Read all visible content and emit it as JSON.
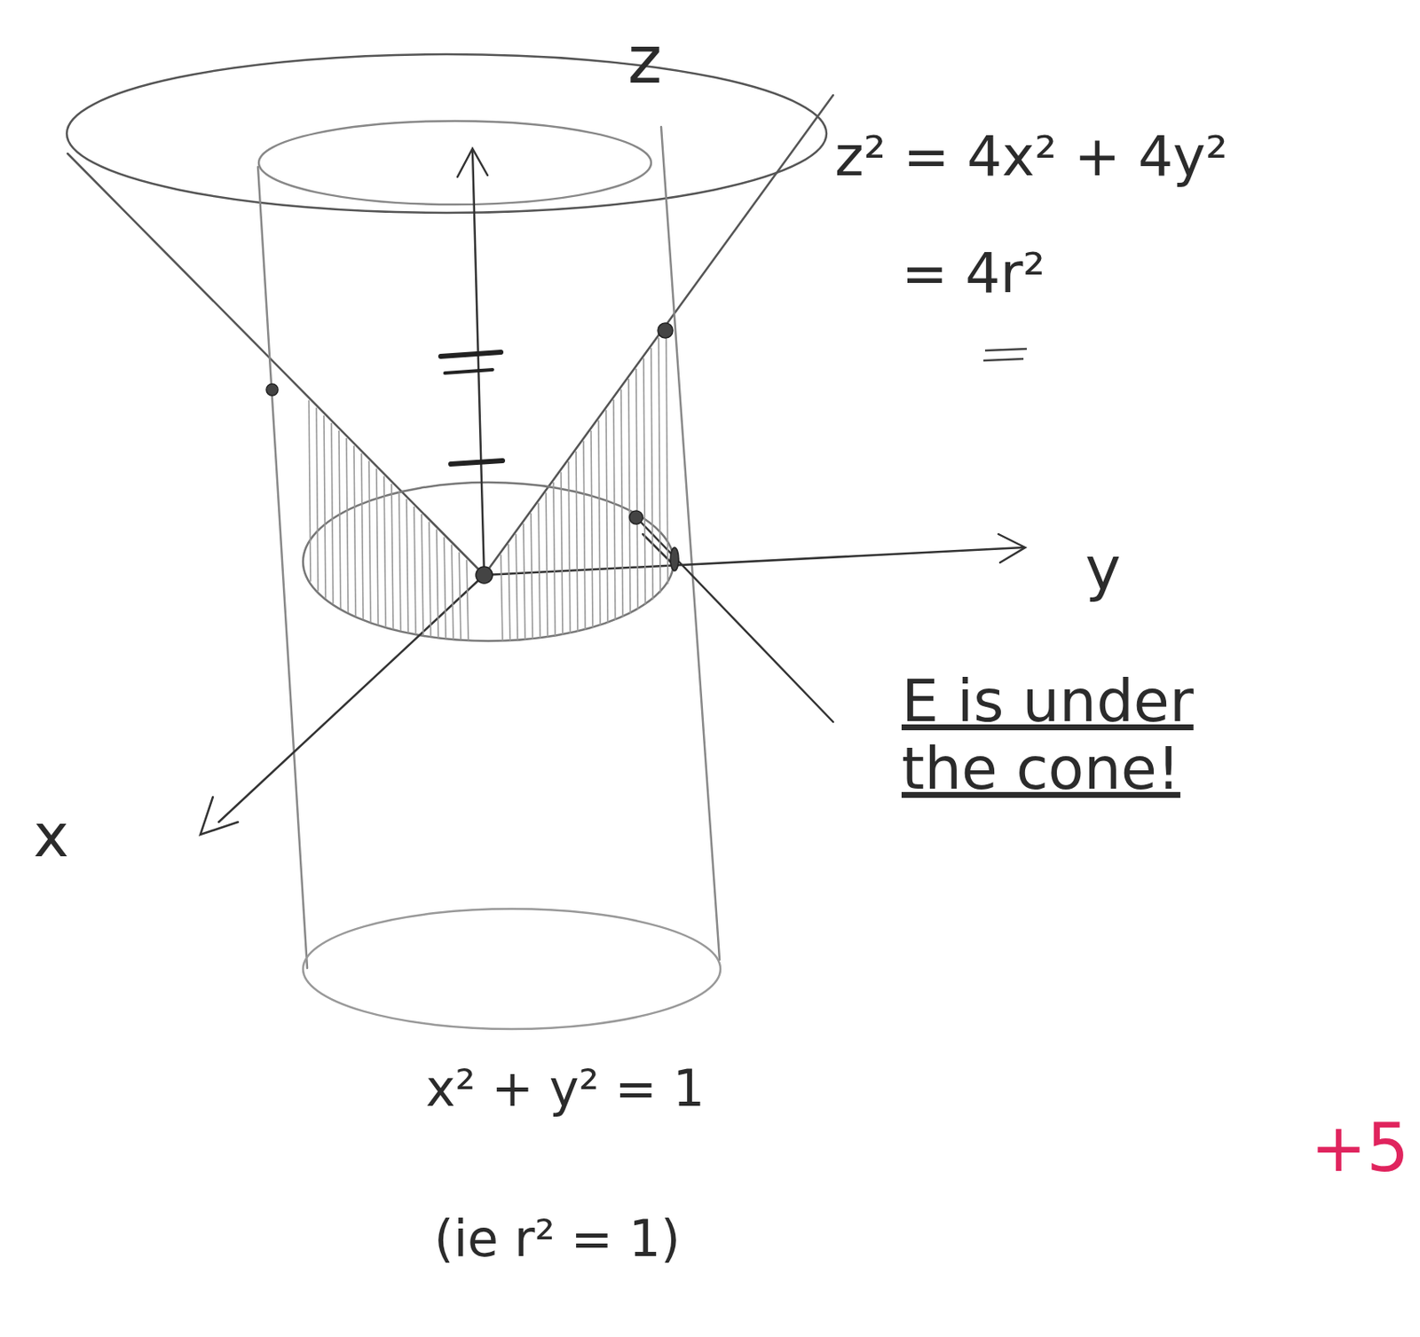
{
  "diagram": {
    "labels": [
      "z",
      "z² = 4x² + 4y²",
      "= 4r²",
      "y",
      "x",
      "E is under the cone!",
      "x² + y² = 1",
      "(ie r² = 1)",
      "+5"
    ]
  }
}
